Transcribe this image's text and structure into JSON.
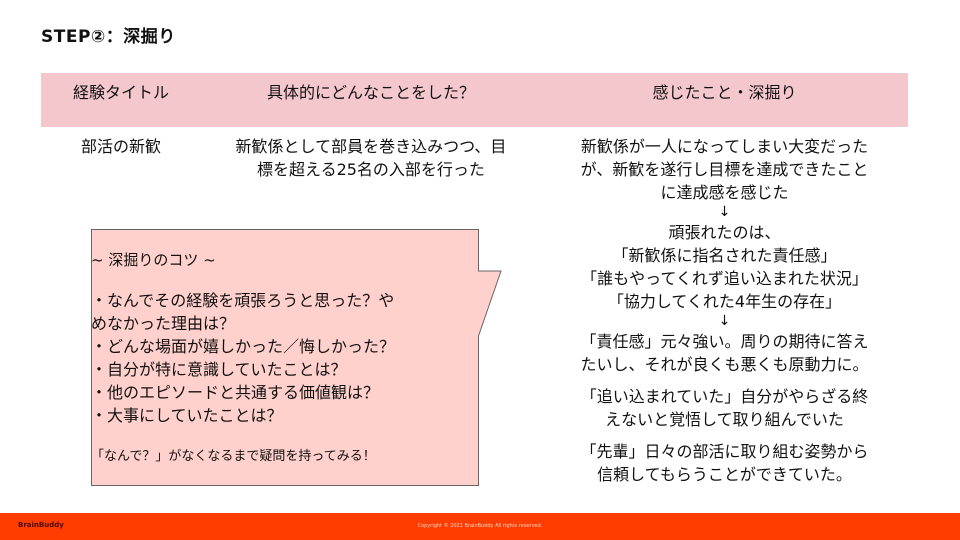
{
  "slide": {
    "title": "STEP②：深掘り"
  },
  "table": {
    "headers": [
      "経験タイトル",
      "具体的にどんなことをした？",
      "感じたこと・深掘り"
    ],
    "row": {
      "title": "部活の新歓",
      "action_lines": [
        "新歓係として部員を巻き込みつつ、目",
        "標を超える25名の入部を行った"
      ],
      "feelings": {
        "p1": [
          "新歓係が一人になってしまい大変だった",
          "が、新歓を遂行し目標を達成できたこと",
          "に達成感を感じた"
        ],
        "arrow1": "↓",
        "p2": [
          "頑張れたのは、",
          "「新歓係に指名された責任感」",
          "「誰もやってくれず追い込まれた状況」",
          "「協力してくれた4年生の存在」"
        ],
        "arrow2": "↓",
        "p3": [
          "「責任感」元々強い。周りの期待に答え",
          "たいし、それが良くも悪くも原動力に。"
        ],
        "p4": [
          "「追い込まれていた」自分がやらざる終",
          "えないと覚悟して取り組んでいた"
        ],
        "p5": [
          "「先輩」日々の部活に取り組む姿勢から",
          "信頼してもらうことができていた。"
        ]
      }
    }
  },
  "callout": {
    "title": "~ 深掘りのコツ ~",
    "items": [
      "・なんでその経験を頑張ろうと思った？や",
      "めなかった理由は？",
      "・どんな場面が嬉しかった／悔しかった？",
      "・自分が特に意識していたことは？",
      "・他のエピソードと共通する価値観は？",
      "・大事にしていたことは？"
    ],
    "note": "「なんで？」がなくなるまで疑問を持ってみる！",
    "fill": "#ffd0cc",
    "stroke": "#666666"
  },
  "footer": {
    "brand": "BrainBuddy",
    "copyright": "Copyright © 2021 BrainBuddy All rights reserved.",
    "color": "#ff3d00"
  }
}
